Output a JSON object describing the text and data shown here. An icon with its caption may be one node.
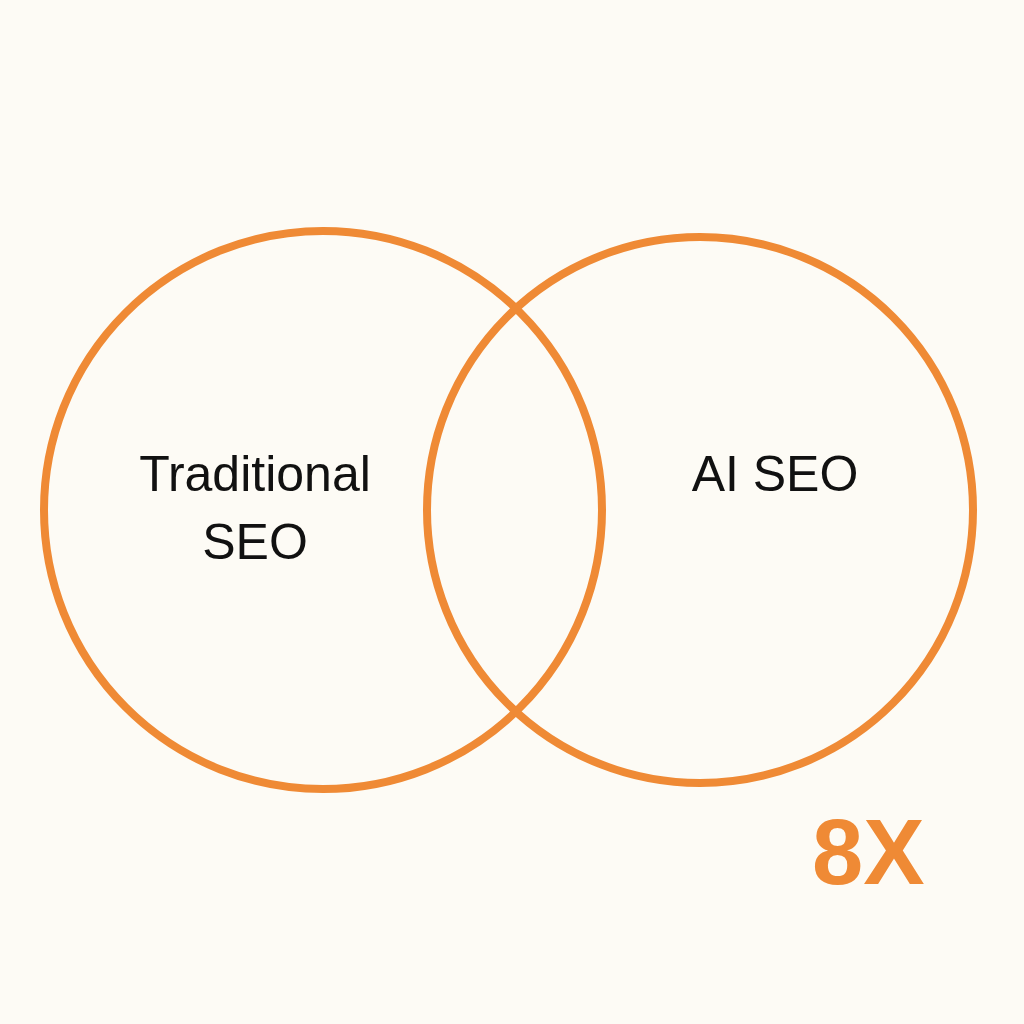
{
  "diagram": {
    "nodes": [
      {
        "text": [
          "Traditional SEO"
        ]
      },
      {
        "text": [
          "AI SEO"
        ]
      }
    ],
    "edges": [],
    "labels": [
      "8X"
    ]
  }
}
